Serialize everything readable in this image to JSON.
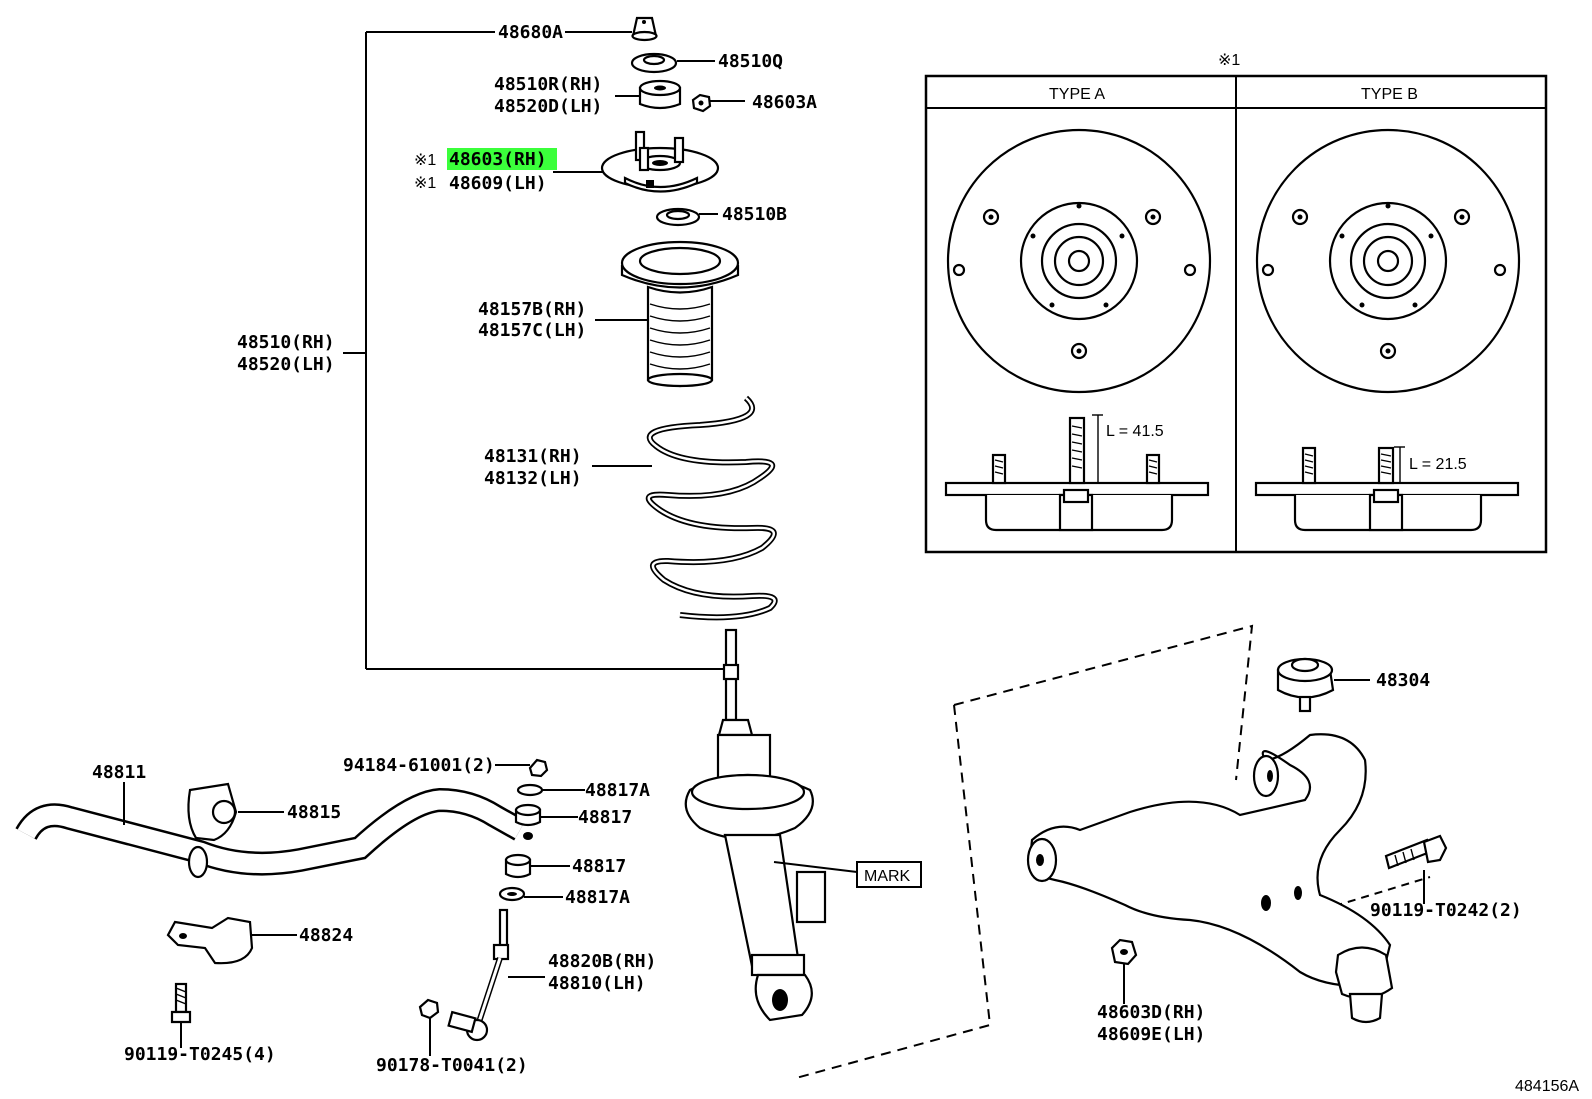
{
  "diagram": {
    "drawing_number": "484156A",
    "labels": {
      "p48680A": "48680A",
      "p48510Q": "48510Q",
      "p48510R": "48510R(RH)",
      "p48520D": "48520D(LH)",
      "p48603A": "48603A",
      "p48603": "48603(RH)",
      "p48609": "48609(LH)",
      "ref_mark": "※1",
      "p48510B": "48510B",
      "p48157B": "48157B(RH)",
      "p48157C": "48157C(LH)",
      "p48510": "48510(RH)",
      "p48520": "48520(LH)",
      "p48131": "48131(RH)",
      "p48132": "48132(LH)",
      "p94184": "94184-61001(2)",
      "p48817A_1": "48817A",
      "p48817_1": "48817",
      "p48817_2": "48817",
      "p48817A_2": "48817A",
      "p48811": "48811",
      "p48815": "48815",
      "p48824": "48824",
      "p48820B": "48820B(RH)",
      "p48810": "48810(LH)",
      "p90119_T0245": "90119-T0245(4)",
      "p90178": "90178-T0041(2)",
      "mark": "MARK",
      "p48304": "48304",
      "p90119_T0242": "90119-T0242(2)",
      "p48603D": "48603D(RH)",
      "p48609E": "48609E(LH)"
    },
    "inset": {
      "ref_mark": "※1",
      "type_a": "TYPE A",
      "type_b": "TYPE B",
      "length_a": "L = 41.5",
      "length_b": "L = 21.5"
    },
    "highlighted_part": "48603(RH)",
    "highlight_color": "#3bff3b"
  }
}
